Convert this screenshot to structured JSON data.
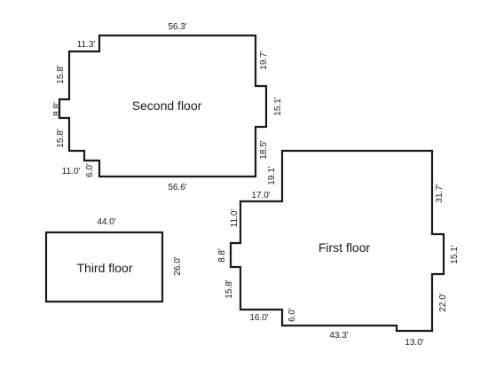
{
  "floors": {
    "second": {
      "title": "Second floor",
      "dims": {
        "top": "56.3'",
        "top_left": "11.3'",
        "right_upper": "19.7'",
        "right_bump": "15.1'",
        "right_lower": "18.5'",
        "bottom": "56.6'",
        "bottom_left": "11.0'",
        "bottom_notch": "6.0'",
        "left_upper": "15.8'",
        "left_bump": "8.8'",
        "left_lower": "15.8'"
      }
    },
    "first": {
      "title": "First floor",
      "dims": {
        "top_left": "17.0'",
        "top_step": "19.1'",
        "right_upper": "31.7'",
        "right_bump": "15.1'",
        "right_lower": "22.0'",
        "bottom": "43.3'",
        "bottom_right": "13.0'",
        "bottom_left": "16.0'",
        "bottom_notch": "6.0'",
        "left_upper": "11.0'",
        "left_bump": "8.8'",
        "left_lower": "15.8'"
      }
    },
    "third": {
      "title": "Third floor",
      "dims": {
        "top": "44.0'",
        "right": "26.0'"
      }
    }
  }
}
